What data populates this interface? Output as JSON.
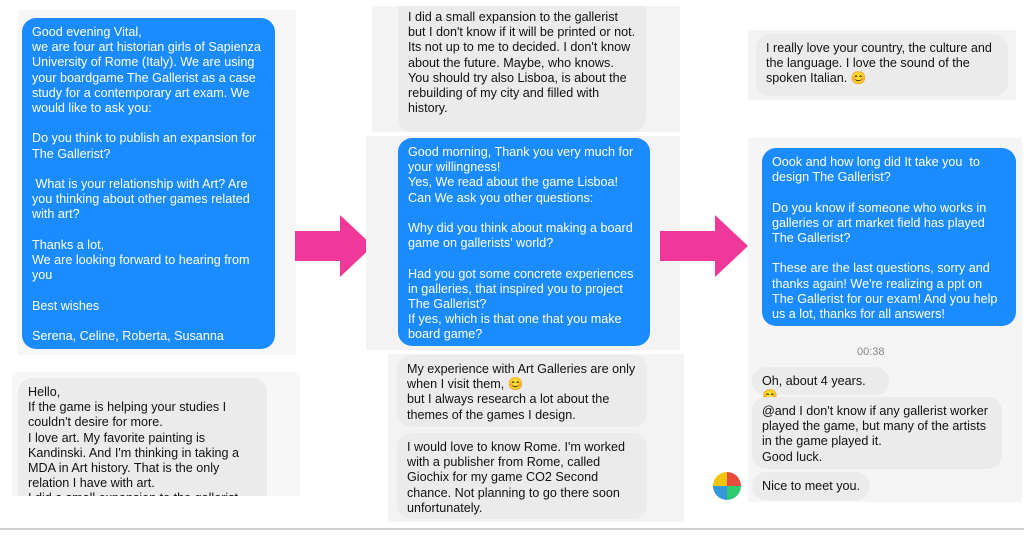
{
  "panel1": {
    "msg_question": "Good evening Vital,\nwe are four art historian girls of Sapienza University of Rome (Italy). We are using your boardgame The Gallerist as a case study for a contemporary art exam. We would like to ask you:\n\nDo you think to publish an expansion for The Gallerist?\n\n What is your relationship with Art? Are you thinking about other games related with art?\n\nThanks a lot,\nWe are looking forward to hearing from you\n\nBest wishes\n\nSerena, Celine, Roberta, Susanna",
    "msg_reply": "Hello,\nIf the game is helping your studies I couldn't desire for more.\nI love art. My favorite painting is Kandinski. And I'm thinking in taking a MDA in Art history. That is the only relation I have with art.\nI did a small expansion to the gallerist"
  },
  "panel2": {
    "msg_reply_top": "I did a small expansion to the gallerist but I don't know if it will be printed or not. Its not up to me to decided. I don't know about the future. Maybe, who knows.\nYou should try also Lisboa, is about the rebuilding of my city and filled with history.",
    "msg_question": "Good morning, Thank you very much for your willingness!\nYes, We read about the game Lisboa!\nCan We ask you other questions:\n\nWhy did you think about making a board game on gallerists' world?\n\nHad you got some concrete experiences in galleries, that inspired you to project The Gallerist?\nIf yes, which is that one that you make board game?",
    "msg_reply_1": "My experience with Art Galleries are only when I visit them, 😊\nbut I always research a lot about the themes of the games I design.",
    "msg_reply_2": "I would love to know Rome. I'm worked with a publisher from Rome, called Giochix for my game CO2 Second chance. Not planning to go there soon unfortunately."
  },
  "panel3": {
    "msg_reply_top": "I really love your country, the culture and the language. I love the sound of the spoken Italian. 😊",
    "msg_question": "Oook and how long did It take you  to design The Gallerist?\n\nDo you know if someone who works in galleries or art market field has played The Gallerist?\n\nThese are the last questions, sorry and thanks again! We're realizing a ppt on The Gallerist for our exam! And you help us a lot, thanks for all answers!",
    "timestamp": "00:38",
    "msg_reply_1": "Oh, about 4 years. 😊",
    "msg_reply_2": "@and I don't know if any gallerist worker played the game, but many of the artists in the game played it.\nGood luck.",
    "msg_reply_3": "Nice to meet you."
  },
  "colors": {
    "accent": "#1a8cff",
    "bubble_grey": "#ebebeb",
    "arrow": "#f0389a"
  },
  "icons": [
    "arrow-right-icon",
    "avatar"
  ]
}
